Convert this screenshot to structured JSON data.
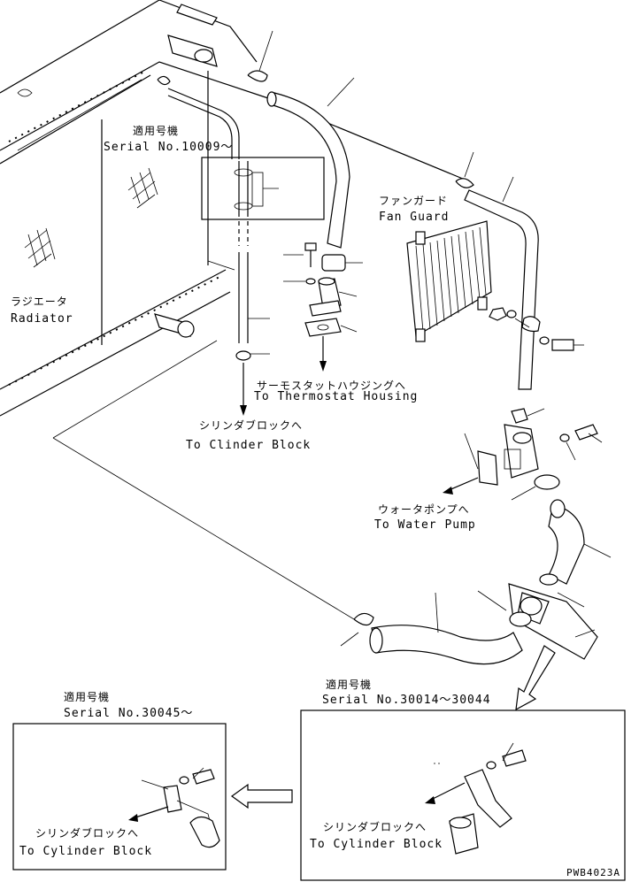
{
  "labels": {
    "serial_upper_jp": "適用号機",
    "serial_upper": "Serial No.10009～",
    "radiator_jp": "ラジエータ",
    "radiator": "Radiator",
    "fan_guard_jp": "ファンガード",
    "fan_guard": "Fan Guard",
    "thermostat_jp": "サーモスタットハウジングへ",
    "thermostat": "To Thermostat Housing",
    "cylinder_top_jp": "シリンダブロックへ",
    "cylinder_top": "To Clinder Block",
    "water_pump_jp": "ウォータポンプへ",
    "water_pump": "To Water Pump",
    "serial_left_jp": "適用号機",
    "serial_left": "Serial No.30045～",
    "serial_right_jp": "適用号機",
    "serial_right": "Serial No.30014～30044",
    "cylinder_left_jp": "シリンダブロックへ",
    "cylinder_left": "To Cylinder Block",
    "cylinder_right_jp": "シリンダブロックへ",
    "cylinder_right": "To Cylinder Block",
    "drawing_code": "PWB4023A"
  }
}
